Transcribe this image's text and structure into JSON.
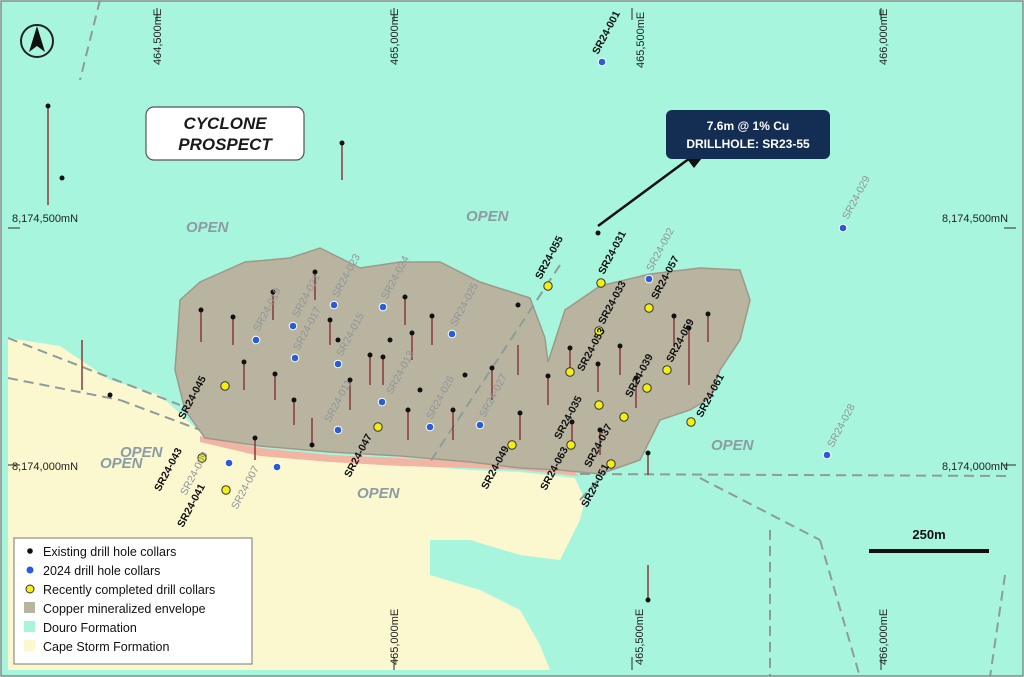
{
  "map": {
    "title_lines": [
      "CYCLONE",
      "PROSPECT"
    ],
    "callout_lines": [
      "7.6m @ 1% Cu",
      "DRILLHOLE: SR23-55"
    ],
    "scale_label": "250m",
    "open_labels": [
      "OPEN",
      "OPEN",
      "OPEN",
      "OPEN",
      "OPEN",
      "OPEN"
    ],
    "easting_labels": [
      "464,500mE",
      "465,000mE",
      "465,500mE",
      "466,000mE"
    ],
    "northing_labels": [
      "8,174,500mN",
      "8,174,500mN",
      "8,174,000mN",
      "8,174,000mN"
    ],
    "bottom_easting_labels": [
      "465,000mE",
      "465,500mE",
      "466,000mE"
    ],
    "colors": {
      "douro_formation": "#a8f5dd",
      "cape_storm_formation": "#fbf7cf",
      "mineralized_envelope": "#b9b4a0",
      "callout_bg": "#142d53",
      "recent_collar": "#f3ef14",
      "collar_2024": "#2a5bd8"
    }
  },
  "holes": {
    "SR24-001": "SR24-001",
    "SR24-002": "SR24-002",
    "SR24-007": "SR24-007",
    "SR24-009": "SR24-009",
    "SR24-011": "SR24-011",
    "SR24-013": "SR24-013",
    "SR24-015": "SR24-015",
    "SR24-017": "SR24-017",
    "SR24-019": "SR24-019",
    "SR24-021": "SR24-021",
    "SR24-023": "SR24-023",
    "SR24-024": "SR24-024",
    "SR24-025": "SR24-025",
    "SR24-026": "SR24-026",
    "SR24-027": "SR24-027",
    "SR24-028": "SR24-028",
    "SR24-029": "SR24-029",
    "SR24-031": "SR24-031",
    "SR24-033": "SR24-033",
    "SR24-035": "SR24-035",
    "SR24-037": "SR24-037",
    "SR24-039": "SR24-039",
    "SR24-041": "SR24-041",
    "SR24-043": "SR24-043",
    "SR24-045": "SR24-045",
    "SR24-047": "SR24-047",
    "SR24-049": "SR24-049",
    "SR24-051": "SR24-051",
    "SR24-053": "SR24-053",
    "SR24-055": "SR24-055",
    "SR24-057": "SR24-057",
    "SR24-059": "SR24-059",
    "SR24-061": "SR24-061",
    "SR24-063": "SR24-063"
  },
  "legend": {
    "items": [
      "Existing drill hole collars",
      "2024 drill hole collars",
      "Recently completed drill collars",
      "Copper mineralized envelope",
      "Douro Formation",
      "Cape Storm  Formation"
    ]
  }
}
